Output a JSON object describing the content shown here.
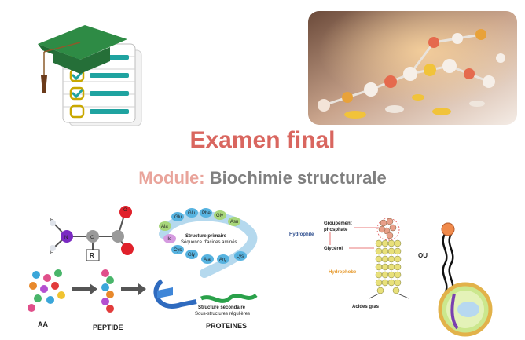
{
  "title": "Examen final",
  "subtitle": {
    "label": "Module",
    "separator": ":",
    "value": "Biochimie structurale"
  },
  "colors": {
    "title": "#d9665f",
    "module": "#e9a49b",
    "module_name": "#7f7f7f",
    "cap": "#2e8b45",
    "check": "#1fa3a0"
  },
  "icons": [
    "graduation-cap-icon",
    "checklist-icon"
  ],
  "protein_figure": {
    "labels": {
      "aa": "AA",
      "peptide": "PEPTIDE",
      "proteines": "PROTEINES"
    },
    "amino_acid_letters": {
      "n": "N",
      "h": "H",
      "c": "C",
      "r": "R",
      "o": "O"
    },
    "primary_structure": {
      "title": "Structure primaire",
      "desc": "Séquence d'acides aminés"
    },
    "secondary_structure": {
      "title": "Structure secondaire",
      "desc": "Sous-structures régulières"
    },
    "residues": [
      "Glu",
      "Glu",
      "Phe",
      "Gly",
      "Asn",
      "Ala",
      "Ile",
      "Cys",
      "Gly",
      "Ala",
      "Arg",
      "Lys"
    ]
  },
  "lipid_figure": {
    "hydrophile": "Hydrophile",
    "groupement": "Groupement",
    "phosphate": "phosphate",
    "glycerol": "Glycérol",
    "hydrophobe": "Hydrophobe",
    "acides_gras": "Acides gras",
    "ou": "OU"
  }
}
